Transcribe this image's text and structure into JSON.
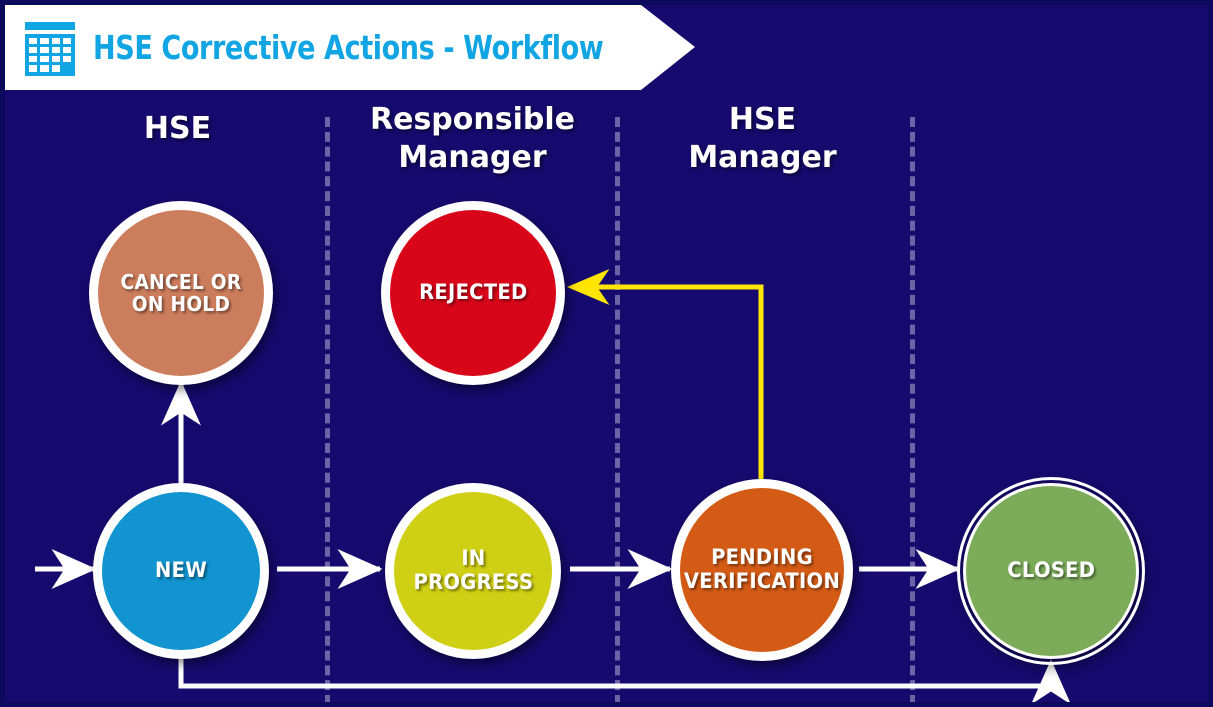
{
  "header": {
    "title": "HSE Corrective Actions - Workflow",
    "icon": "calendar-icon",
    "banner_color": "#ffffff",
    "title_color": "#11a5e4"
  },
  "background_color": "#160a6e",
  "lanes": [
    {
      "label": "HSE"
    },
    {
      "label": "Responsible\nManager"
    },
    {
      "label": "HSE\nManager"
    }
  ],
  "nodes": [
    {
      "id": "cancel-or-on-hold",
      "label": "CANCEL OR\nON HOLD",
      "color": "#cc7d5c",
      "lane": "HSE"
    },
    {
      "id": "rejected",
      "label": "REJECTED",
      "color": "#d9061a",
      "lane": "Responsible Manager"
    },
    {
      "id": "new",
      "label": "NEW",
      "color": "#1194cf",
      "lane": "HSE"
    },
    {
      "id": "in-progress",
      "label": "IN\nPROGRESS",
      "color": "#cfcf15",
      "lane": "Responsible Manager"
    },
    {
      "id": "pending-verification",
      "label": "PENDING\nVERIFICATION",
      "color": "#d45b16",
      "lane": "HSE Manager"
    },
    {
      "id": "closed",
      "label": "CLOSED",
      "color": "#7cac5a",
      "lane": "Closed"
    }
  ],
  "connectors": [
    {
      "id": "start-to-new",
      "from": "start",
      "to": "new",
      "color": "#ffffff"
    },
    {
      "id": "new-to-cancel",
      "from": "new",
      "to": "cancel-or-on-hold",
      "color": "#ffffff"
    },
    {
      "id": "new-to-in-progress",
      "from": "new",
      "to": "in-progress",
      "color": "#ffffff"
    },
    {
      "id": "in-progress-to-pending",
      "from": "in-progress",
      "to": "pending-verification",
      "color": "#ffffff"
    },
    {
      "id": "pending-to-closed",
      "from": "pending-verification",
      "to": "closed",
      "color": "#ffffff"
    },
    {
      "id": "new-to-closed-return",
      "from": "new",
      "to": "closed",
      "color": "#ffffff"
    },
    {
      "id": "rejected-pending-loop",
      "from": "rejected",
      "to": "pending-verification",
      "color": "#ffe600"
    }
  ],
  "divider_color": "#6f63a7"
}
